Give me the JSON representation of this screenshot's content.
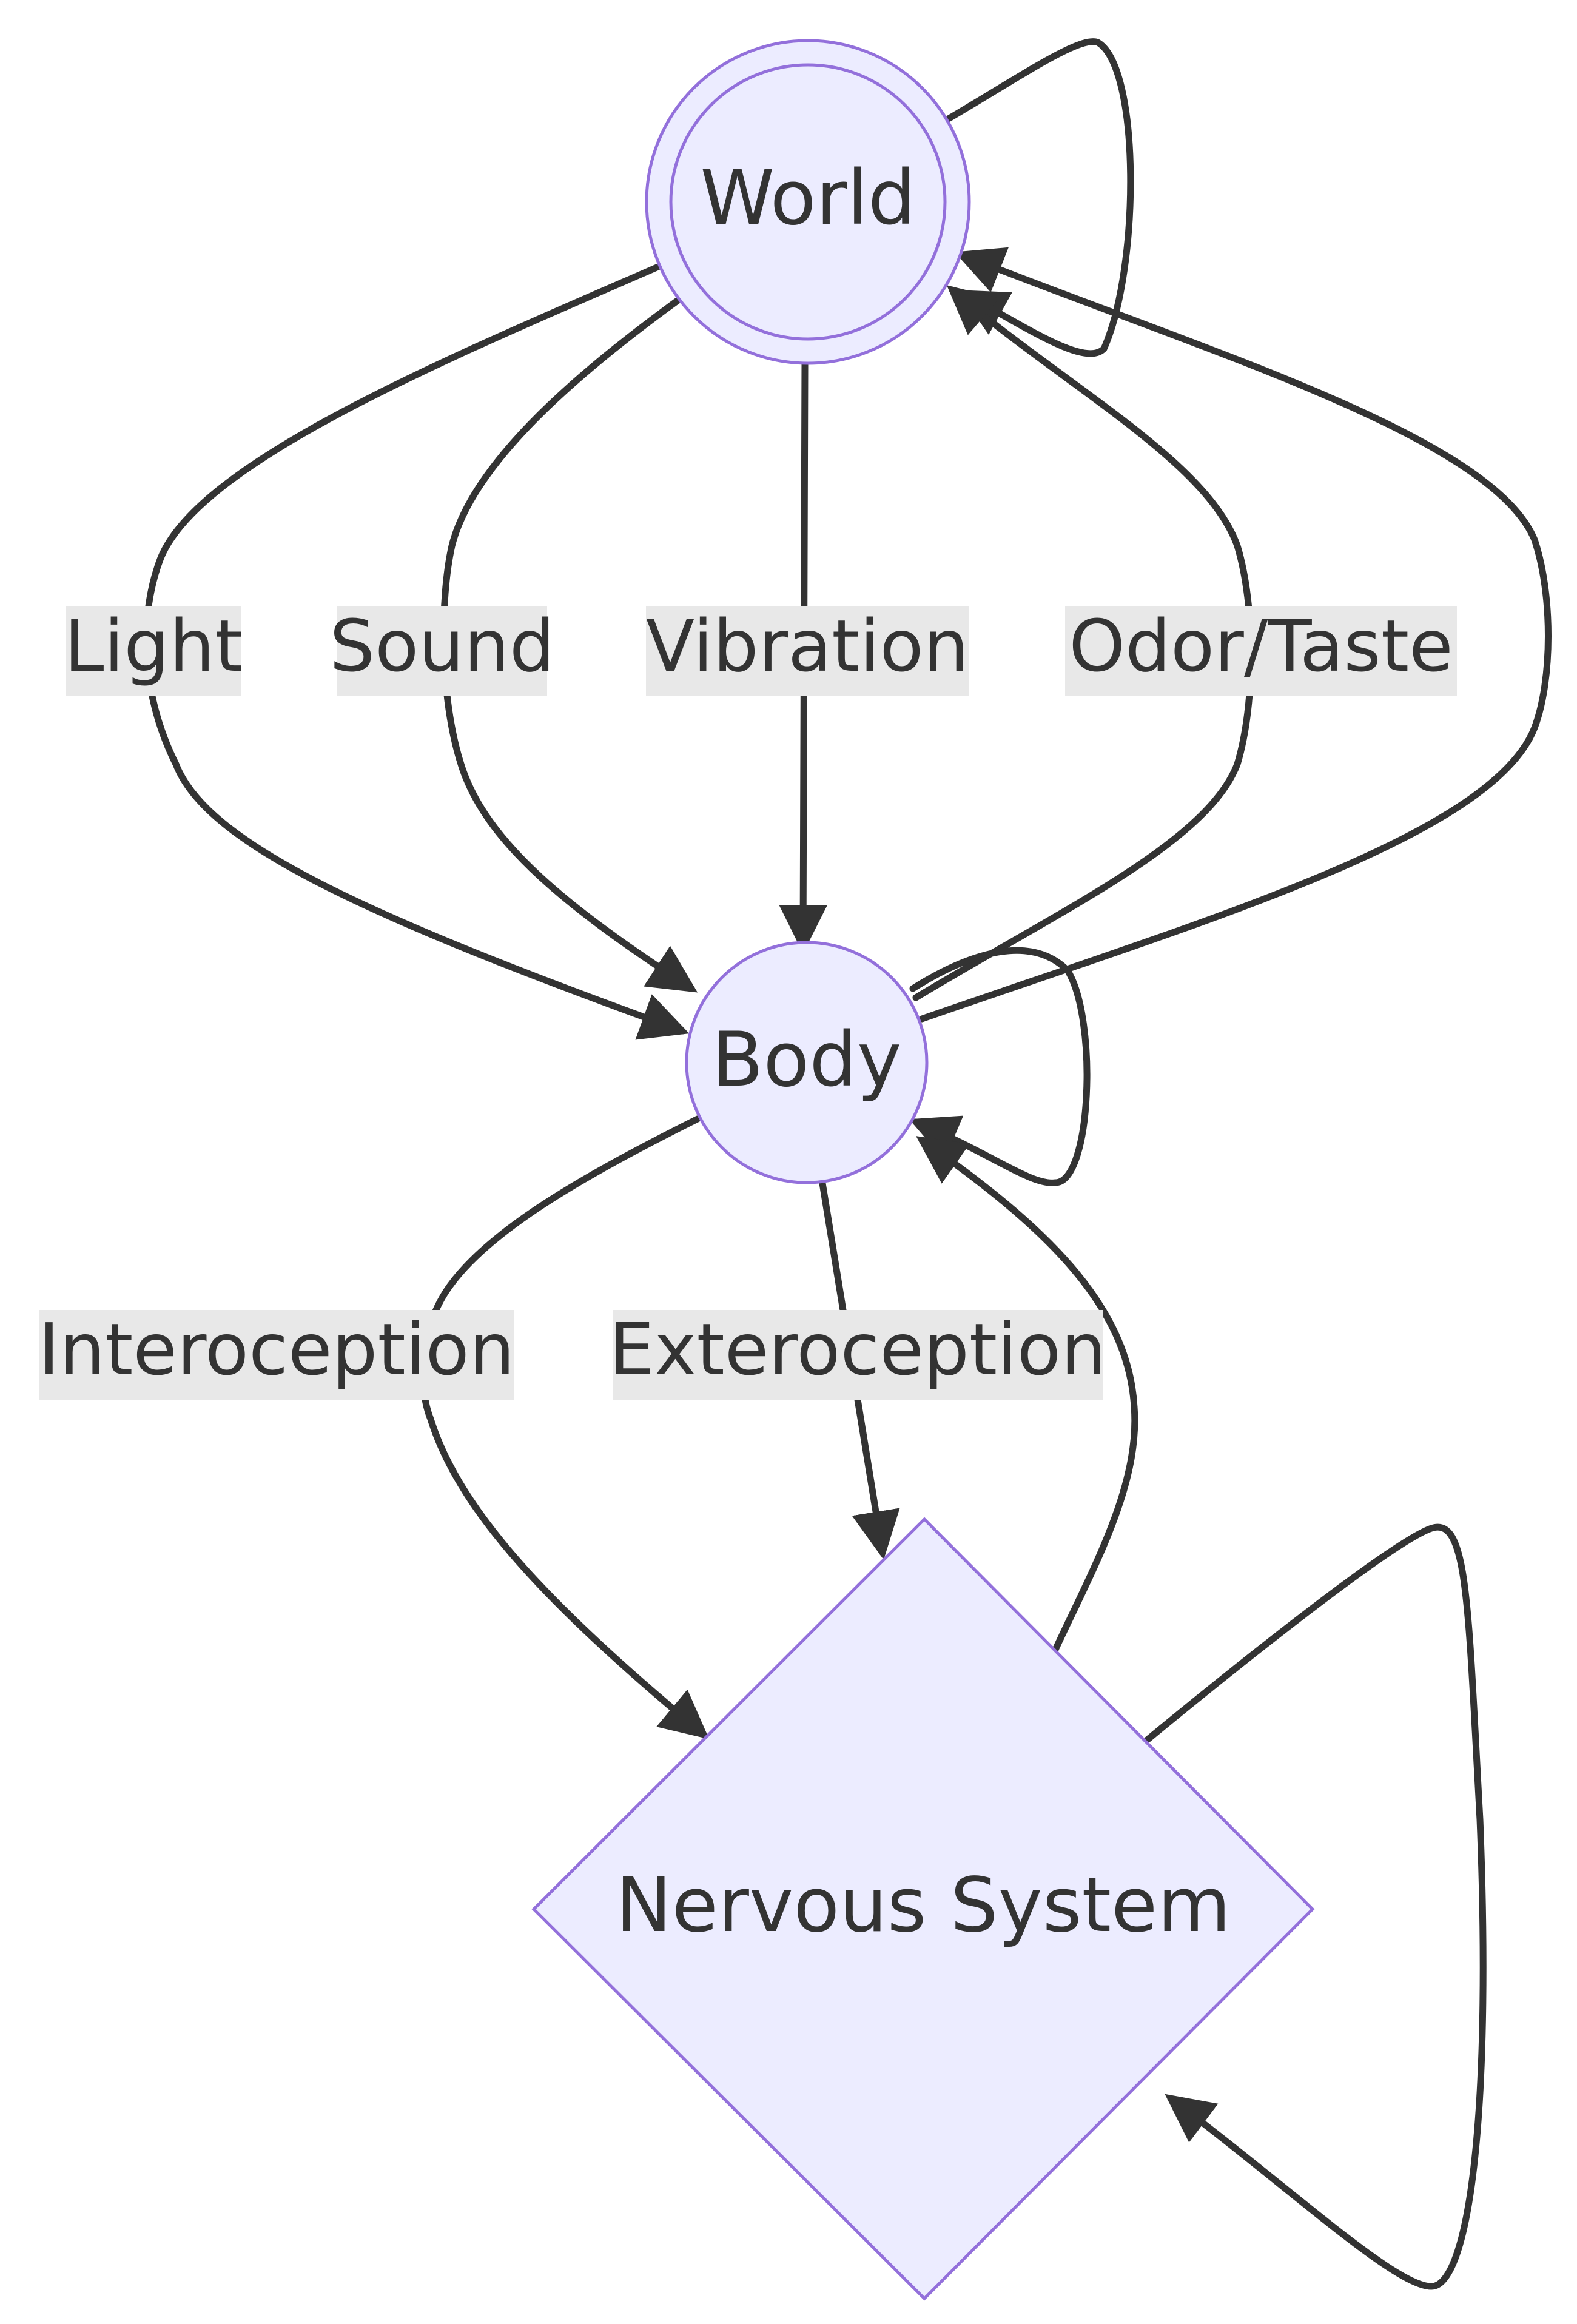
{
  "nodes": {
    "world": "World",
    "body": "Body",
    "nervous_system": "Nervous System"
  },
  "edges": {
    "light": "Light",
    "sound": "Sound",
    "vibration": "Vibration",
    "odor_taste": "Odor/Taste",
    "interoception": "Interoception",
    "exteroception": "Exteroception"
  },
  "colors": {
    "node_fill": "#ececff",
    "node_stroke": "#9370db",
    "edge": "#333333",
    "label_background": "#e8e8e8"
  }
}
